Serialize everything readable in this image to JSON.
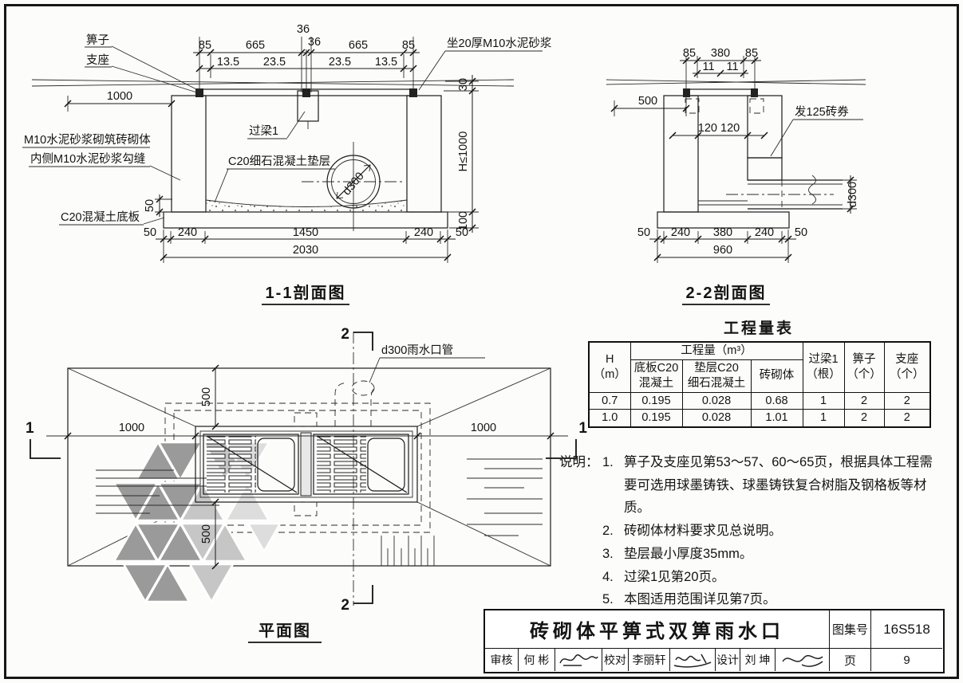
{
  "section11": {
    "title": "1-1剖面图",
    "labels": {
      "grate": "箅子",
      "support": "支座",
      "mortar": "坐20厚M10水泥砂浆",
      "masonry1": "M10水泥砂浆砌筑砖砌体",
      "masonry2": "内侧M10水泥砂浆勾缝",
      "cushion": "C20细石混凝土垫层",
      "slab": "C20混凝土底板",
      "lintel": "过梁1",
      "pipe_dia": "d300"
    },
    "dims": {
      "d85l": "85",
      "d665l": "665",
      "d36a": "36",
      "d36b": "36",
      "d665r": "665",
      "d85r": "85",
      "d135l": "13.5",
      "d235l": "23.5",
      "d235r": "23.5",
      "d135r": "13.5",
      "d1000": "1000",
      "d50v": "50",
      "d30": "30",
      "dh": "H≤1000",
      "d100": "100",
      "b50l": "50",
      "b240l": "240",
      "b1450": "1450",
      "b240r": "240",
      "b50r": "50",
      "btotal": "2030"
    }
  },
  "section22": {
    "title": "2-2剖面图",
    "labels": {
      "arch": "发125砖券",
      "pipe_dia": "d300"
    },
    "dims": {
      "t85l": "85",
      "t380": "380",
      "t85r": "85",
      "t11l": "11",
      "t11r": "11",
      "d500": "500",
      "d120": "120 120",
      "b50l": "50",
      "b240l": "240",
      "b380": "380",
      "b240r": "240",
      "b50r": "50",
      "btotal": "960"
    }
  },
  "plan": {
    "title": "平面图",
    "labels": {
      "pipe": "d300雨水口管"
    },
    "dims": {
      "l1000": "1000",
      "r1000": "1000",
      "t500": "500",
      "b500": "500"
    },
    "markers": {
      "one": "1",
      "two": "2"
    }
  },
  "qty_table": {
    "title": "工程量表",
    "h_head": "H\n（m）",
    "qty_head": "工程量（m³）",
    "sub_heads": [
      "底板C20\n混凝土",
      "垫层C20\n细石混凝土",
      "砖砌体"
    ],
    "lintel_head": "过梁1\n（根）",
    "grate_head": "箅子\n（个）",
    "support_head": "支座\n（个）",
    "rows": [
      [
        "0.7",
        "0.195",
        "0.028",
        "0.68",
        "1",
        "2",
        "2"
      ],
      [
        "1.0",
        "0.195",
        "0.028",
        "1.01",
        "1",
        "2",
        "2"
      ]
    ]
  },
  "notes": {
    "label": "说明：",
    "items": [
      {
        "num": "1.",
        "text": "箅子及支座见第53～57、60～65页，根据具体工程需要可选用球墨铸铁、球墨铸铁复合树脂及钢格板等材质。"
      },
      {
        "num": "2.",
        "text": "砖砌体材料要求见总说明。"
      },
      {
        "num": "3.",
        "text": "垫层最小厚度35mm。"
      },
      {
        "num": "4.",
        "text": "过梁1见第20页。"
      },
      {
        "num": "5.",
        "text": "本图适用范围详见第7页。"
      }
    ]
  },
  "titleblock": {
    "drawing_title": "砖砌体平箅式双箅雨水口",
    "atlas_label": "图集号",
    "atlas_no": "16S518",
    "page_label": "页",
    "page_no": "9",
    "reviewer_label": "审核",
    "reviewer": "何 彬",
    "checker_label": "校对",
    "checker": "李丽轩",
    "designer_label": "设计",
    "designer": "刘 坤"
  }
}
